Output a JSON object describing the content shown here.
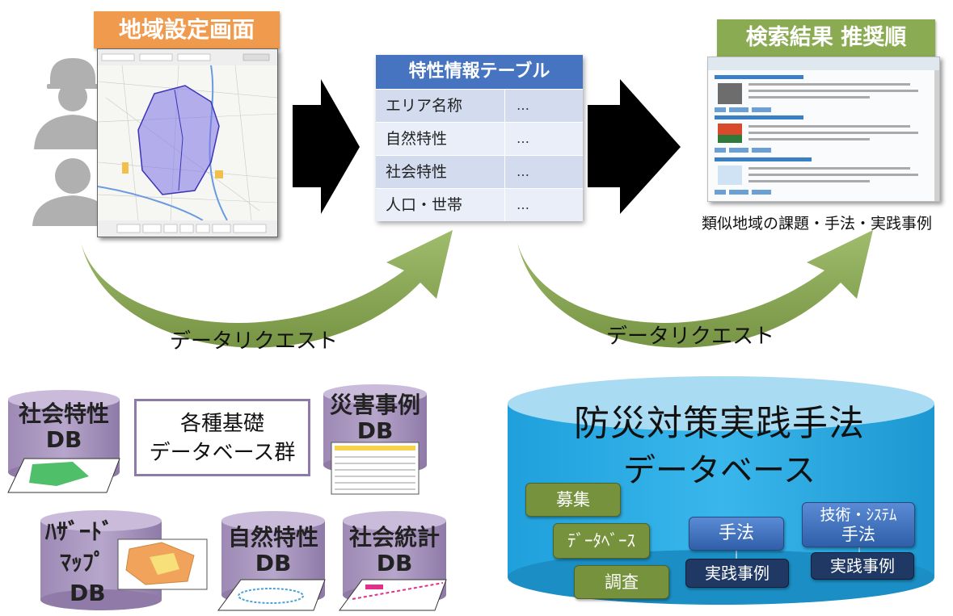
{
  "region_screen": {
    "title": "地域設定画面"
  },
  "search_results": {
    "title": "検索結果 推奨順",
    "caption": "類似地域の課題・手法・実践事例"
  },
  "property_table": {
    "header": "特性情報テーブル",
    "rows": [
      {
        "name": "エリア名称",
        "value": "…"
      },
      {
        "name": "自然特性",
        "value": "…"
      },
      {
        "name": "社会特性",
        "value": "…"
      },
      {
        "name": "人口・世帯",
        "value": "…"
      }
    ]
  },
  "arcs": {
    "left_label": "データリクエスト",
    "right_label": "データリクエスト"
  },
  "basic_dbs": {
    "group_label_line1": "各種基礎",
    "group_label_line2": "データベース群",
    "social_char": {
      "line1": "社会特性",
      "line2": "DB"
    },
    "disaster_cases": {
      "line1": "災害事例",
      "line2": "DB"
    },
    "hazard_map": {
      "line1": "ﾊｻﾞｰﾄﾞ",
      "line2": "ﾏｯﾌﾟ",
      "line3": "DB"
    },
    "natural_char": {
      "line1": "自然特性",
      "line2": "DB"
    },
    "social_stats": {
      "line1": "社会統計",
      "line2": "DB"
    }
  },
  "practice_db": {
    "title": "防災対策実践手法",
    "subtitle": "データベース",
    "items": {
      "recruit": "募集",
      "database": "ﾃﾞｰﾀﾍﾞｰｽ",
      "survey": "調査",
      "method": "手法",
      "practice1": "実践事例",
      "tech_line1": "技術・ｼｽﾃﾑ",
      "tech_line2": "手法",
      "practice2": "実践事例"
    }
  },
  "colors": {
    "orange_tag": "#ef9a4d",
    "green_tag": "#8aab51",
    "table_header": "#4674c1",
    "db_purple": "#a48fba",
    "practice_db_blue": "#29abe2",
    "green_button": "#76923c",
    "blue_button": "#3a6ab8",
    "navy_button": "#1f3864"
  }
}
